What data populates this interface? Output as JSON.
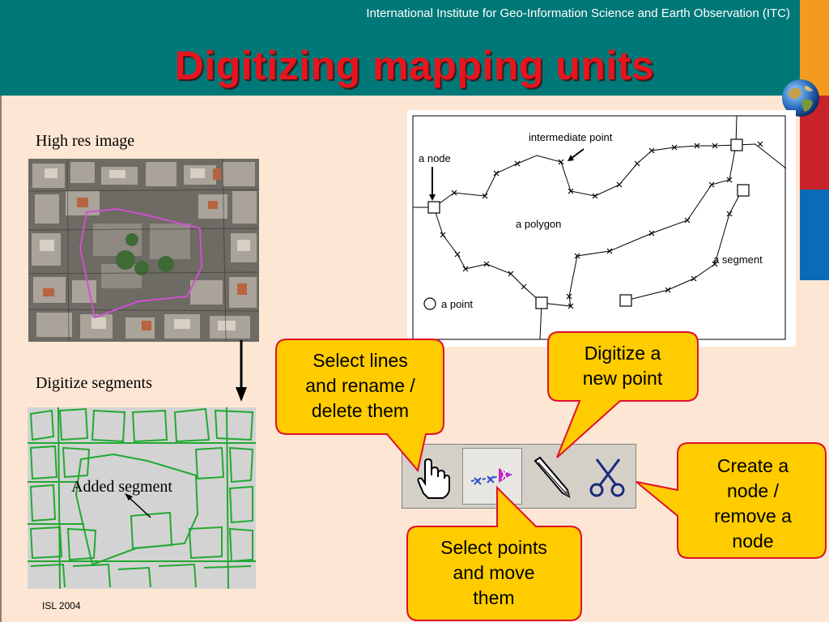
{
  "header": {
    "institute": "International Institute for Geo-Information Science and Earth Observation (ITC)",
    "title": "Digitizing mapping units"
  },
  "colors": {
    "header_bg": "#007878",
    "title": "#e8141e",
    "background": "#fde7d4",
    "callout_fill": "#ffcc00",
    "callout_border": "#e0102a",
    "stripe_orange": "#f49a1c",
    "stripe_red": "#c8232b",
    "stripe_blue": "#0a6bb8",
    "segment_green": "#22a832"
  },
  "left": {
    "high_res_label": "High res image",
    "digitize_label": "Digitize segments",
    "added_segment": "Added segment"
  },
  "diagram": {
    "intermediate_point": "intermediate point",
    "a_node": "a node",
    "a_polygon": "a polygon",
    "a_segment": "a segment",
    "a_point": "a point"
  },
  "callouts": {
    "select_lines": [
      "Select lines",
      "and rename /",
      "delete them"
    ],
    "digitize_point": [
      "Digitize a",
      "new point"
    ],
    "create_node": [
      "Create a",
      "node /",
      "remove a",
      "node"
    ],
    "select_points": [
      "Select points",
      "and move",
      "them"
    ]
  },
  "toolbar": {
    "icons": [
      "hand-select-icon",
      "move-point-icon",
      "pencil-icon",
      "scissors-icon"
    ]
  },
  "footer": {
    "text": "ISL 2004"
  }
}
